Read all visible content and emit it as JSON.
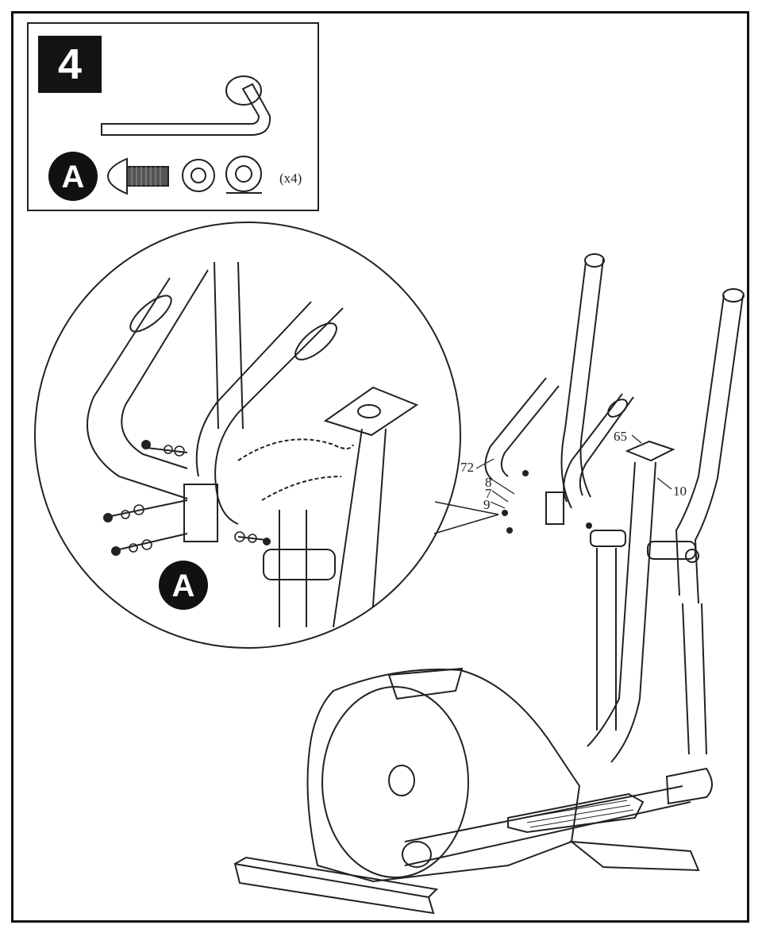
{
  "step": {
    "number": "4"
  },
  "parts": {
    "hardware_letter": "A",
    "hardware_quantity": "(x4)",
    "detail_quantity": "x4"
  },
  "callouts": {
    "c72": "72",
    "c8": "8",
    "c7": "7",
    "c9": "9",
    "c65": "65",
    "c10": "10"
  }
}
